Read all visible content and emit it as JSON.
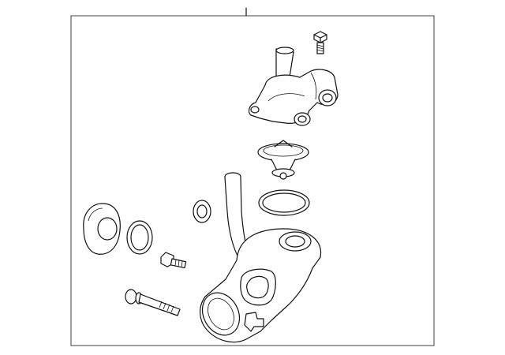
{
  "diagram": {
    "type": "exploded-parts-view",
    "parts": [
      "leader-line",
      "assembly-frame",
      "bolt",
      "thermostat-housing",
      "thermostat",
      "o-ring",
      "seal",
      "gasket",
      "o-ring-small",
      "stud-bolt",
      "long-bolt",
      "water-outlet-pipe"
    ]
  }
}
